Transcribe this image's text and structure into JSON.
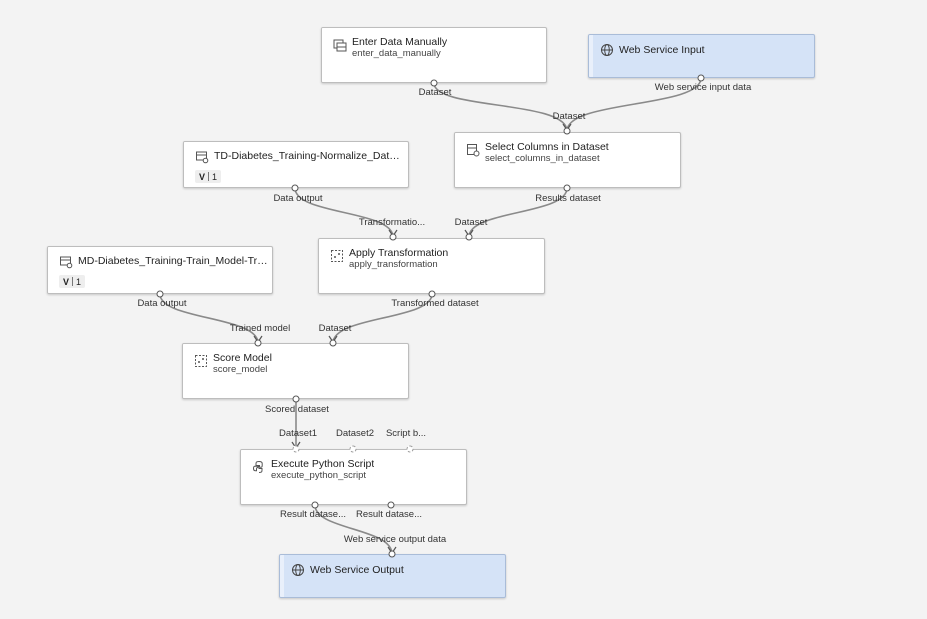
{
  "nodes": {
    "enter_data": {
      "title": "Enter Data Manually",
      "subtitle": "enter_data_manually",
      "icon": "table-icon"
    },
    "web_input": {
      "title": "Web Service Input",
      "icon": "globe-icon"
    },
    "select_columns": {
      "title": "Select Columns in Dataset",
      "subtitle": "select_columns_in_dataset",
      "icon": "table-settings-icon"
    },
    "td_normalize": {
      "title": "TD-Diabetes_Training-Normalize_Data-Tr...",
      "version_prefix": "V",
      "version": "1",
      "icon": "dataset-icon"
    },
    "apply_transformation": {
      "title": "Apply Transformation",
      "subtitle": "apply_transformation",
      "icon": "module-icon"
    },
    "md_train": {
      "title": "MD-Diabetes_Training-Train_Model-Train...",
      "version_prefix": "V",
      "version": "1",
      "icon": "dataset-icon"
    },
    "score_model": {
      "title": "Score Model",
      "subtitle": "score_model",
      "icon": "module-icon"
    },
    "execute_python": {
      "title": "Execute Python Script",
      "subtitle": "execute_python_script",
      "icon": "python-icon"
    },
    "web_output": {
      "title": "Web Service Output",
      "icon": "globe-icon"
    }
  },
  "ports": {
    "enter_data_out": "Dataset",
    "web_input_out": "Web service input data",
    "select_columns_in": "Dataset",
    "select_columns_out": "Results dataset",
    "td_out": "Data output",
    "apply_in1": "Transformatio...",
    "apply_in2": "Dataset",
    "apply_out": "Transformed dataset",
    "md_out": "Data output",
    "score_in1": "Trained model",
    "score_in2": "Dataset",
    "score_out": "Scored dataset",
    "python_in1": "Dataset1",
    "python_in2": "Dataset2",
    "python_in3": "Script b...",
    "python_out1": "Result datase...",
    "python_out2": "Result datase...",
    "web_output_in": "Web service output data"
  },
  "colors": {
    "canvas": "#f3f3f3",
    "node": "#ffffff",
    "web_service_node": "#d5e3f7",
    "wire": "#8a8a8a"
  }
}
